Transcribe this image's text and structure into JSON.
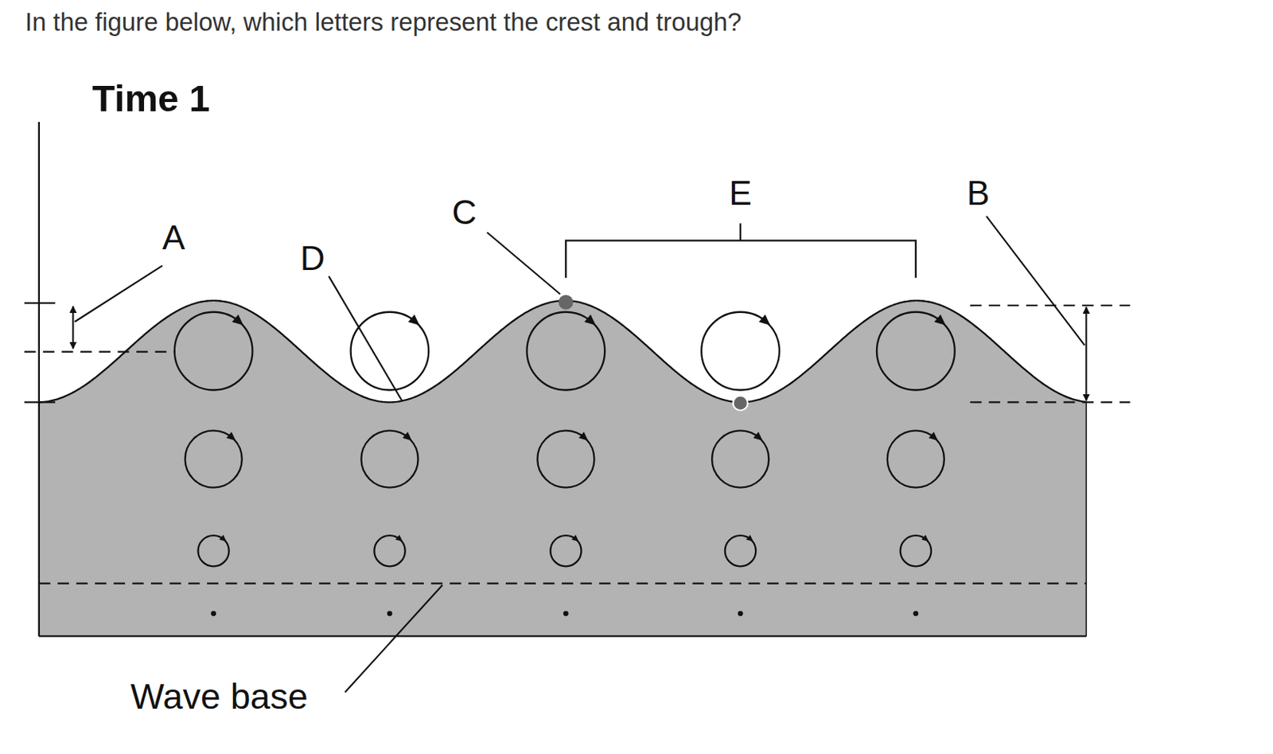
{
  "diagram": {
    "title": "In the figure below, which letters represent the crest and trough?",
    "labels": [
      "Time 1",
      "A",
      "D",
      "C",
      "E",
      "B",
      "Wave base"
    ]
  }
}
